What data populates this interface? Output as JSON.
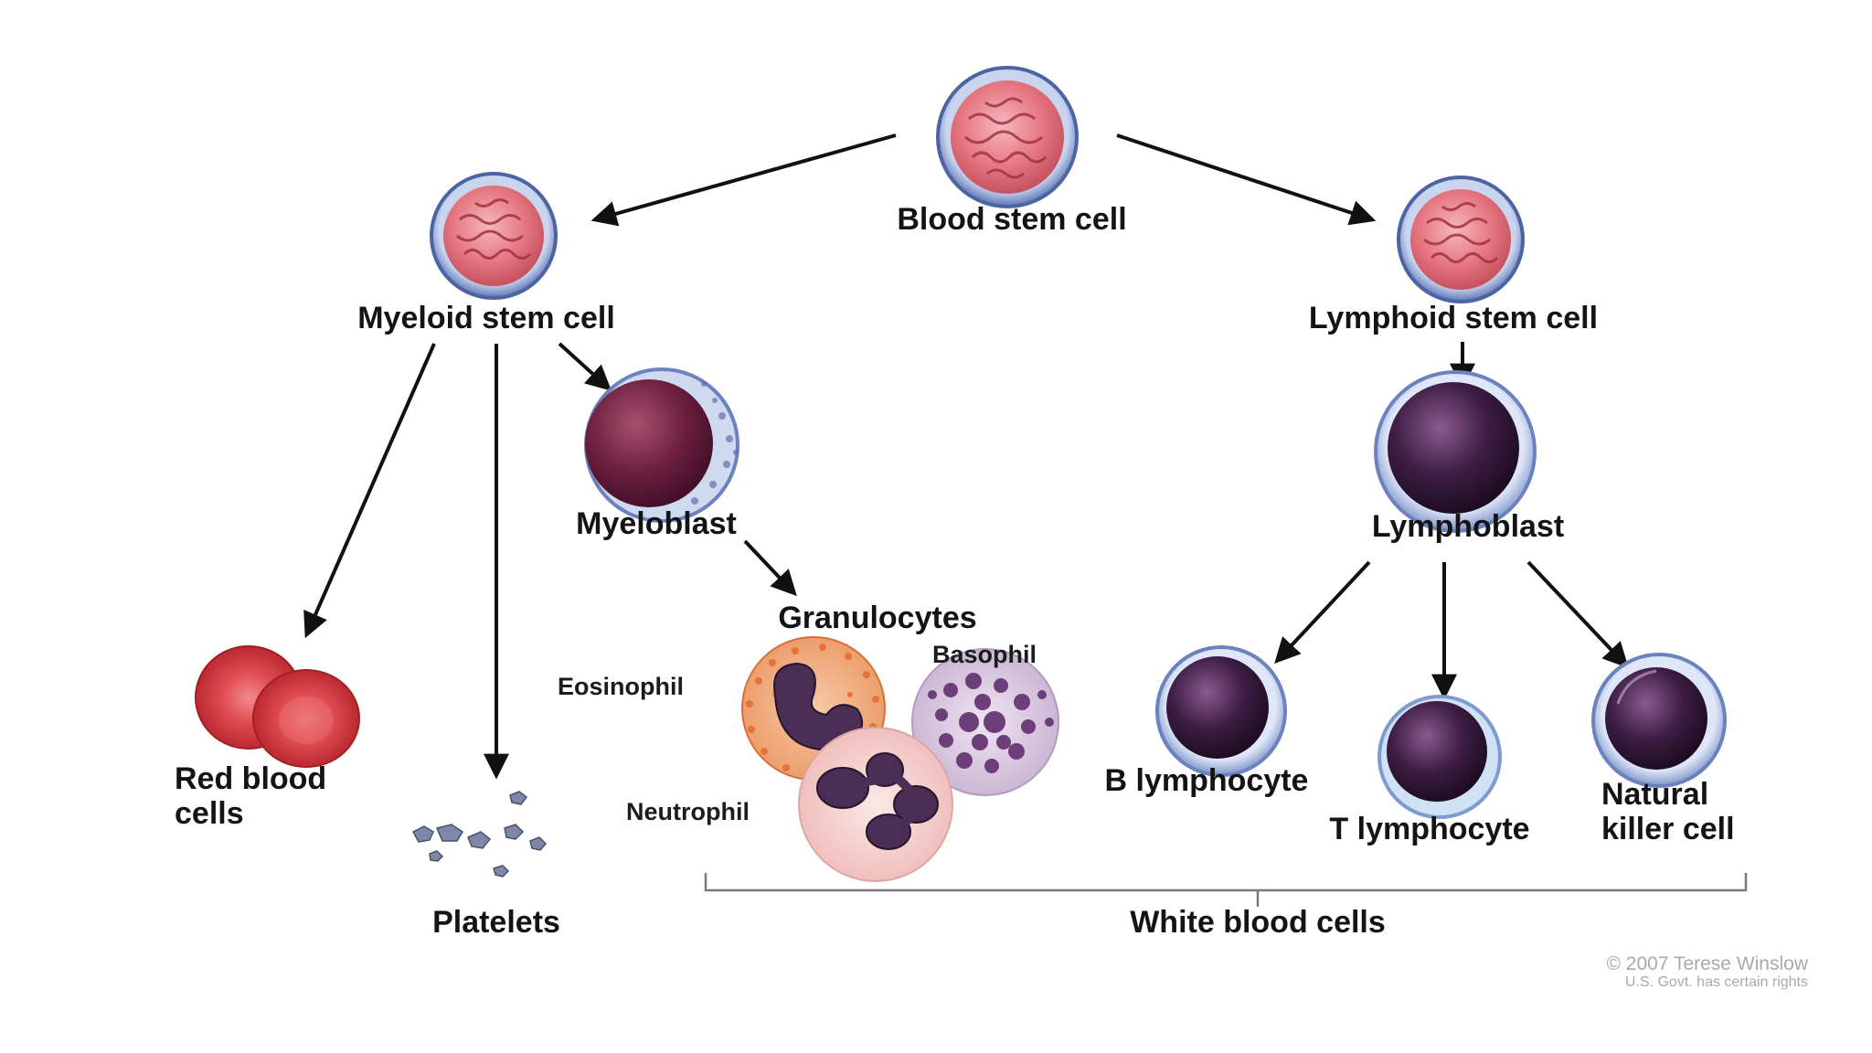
{
  "labels": {
    "blood_stem_cell": "Blood stem cell",
    "myeloid_stem_cell": "Myeloid stem cell",
    "lymphoid_stem_cell": "Lymphoid stem cell",
    "myeloblast": "Myeloblast",
    "lymphoblast": "Lymphoblast",
    "granulocytes": "Granulocytes",
    "eosinophil": "Eosinophil",
    "basophil": "Basophil",
    "neutrophil": "Neutrophil",
    "red_blood_cells_line1": "Red blood",
    "red_blood_cells_line2": "cells",
    "platelets": "Platelets",
    "b_lymphocyte": "B lymphocyte",
    "t_lymphocyte": "T lymphocyte",
    "natural_killer_line1": "Natural",
    "natural_killer_line2": "killer cell",
    "white_blood_cells": "White blood cells"
  },
  "credit": {
    "line1": "© 2007 Terese Winslow",
    "line2": "U.S. Govt. has certain rights"
  },
  "colors": {
    "stem_nucleus": "#e4727c",
    "stem_ring": "#6f86bd",
    "blast_nucleus": "#6b1f3d",
    "lymph_nucleus": "#3b1b3f",
    "red_cell": "#d8343a",
    "eosinophil_granules": "#e8763e",
    "basophil_granules": "#6d3f7a",
    "neutrophil_cyto": "#f3cfcf",
    "arrow": "#111111"
  }
}
